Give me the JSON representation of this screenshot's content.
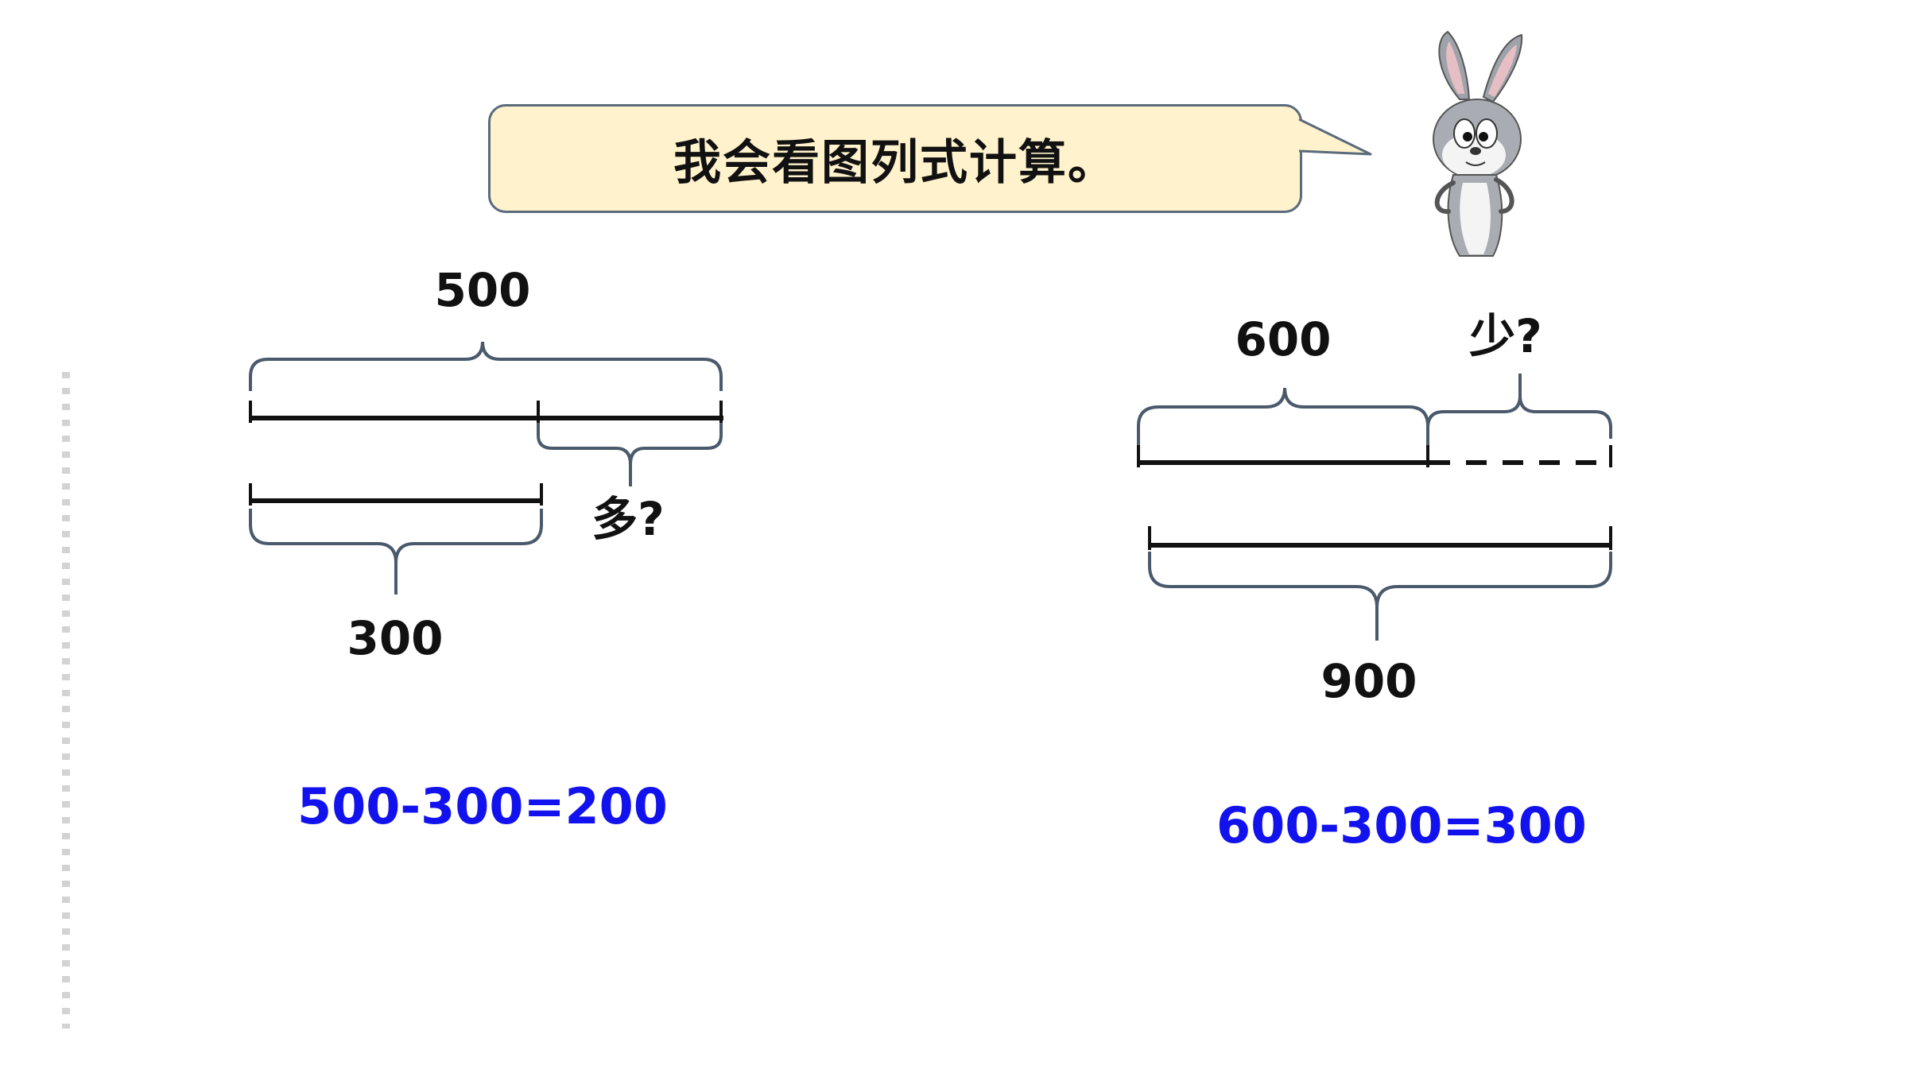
{
  "speech": {
    "text": "我会看图列式计算。"
  },
  "left_diagram": {
    "top_total": "500",
    "bottom_part": "300",
    "difference": "多?",
    "equation": "500-300=200"
  },
  "right_diagram": {
    "top_part": "600",
    "difference": "少?",
    "bottom_total": "900",
    "equation": "600-300=300"
  },
  "colors": {
    "bubble_fill": "#fff2cc",
    "brace": "#4a5a6c",
    "line": "#111111",
    "equation": "#1212ee"
  }
}
